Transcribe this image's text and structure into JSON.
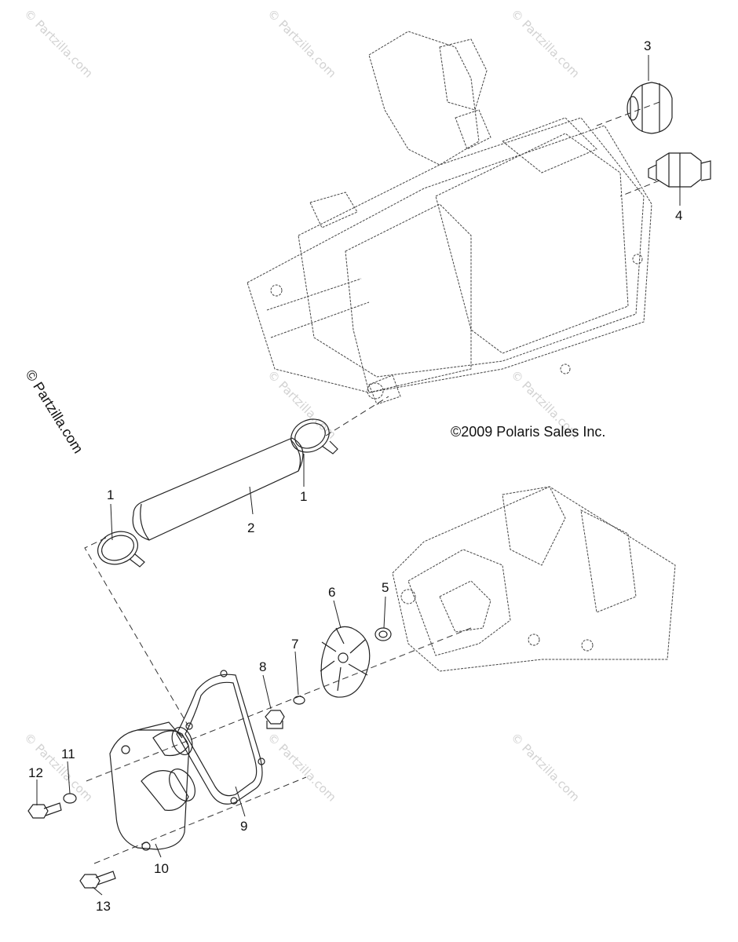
{
  "diagram": {
    "copyright": "©2009 Polaris Sales Inc.",
    "side_watermark": "© Partzilla.com",
    "watermark_text": "© Partzilla.com",
    "callouts": [
      {
        "id": "c1a",
        "label": "1"
      },
      {
        "id": "c1b",
        "label": "1"
      },
      {
        "id": "c2",
        "label": "2"
      },
      {
        "id": "c3",
        "label": "3"
      },
      {
        "id": "c4",
        "label": "4"
      },
      {
        "id": "c5",
        "label": "5"
      },
      {
        "id": "c6",
        "label": "6"
      },
      {
        "id": "c7",
        "label": "7"
      },
      {
        "id": "c8",
        "label": "8"
      },
      {
        "id": "c9",
        "label": "9"
      },
      {
        "id": "c10",
        "label": "10"
      },
      {
        "id": "c11",
        "label": "11"
      },
      {
        "id": "c12",
        "label": "12"
      },
      {
        "id": "c13",
        "label": "13"
      }
    ]
  }
}
